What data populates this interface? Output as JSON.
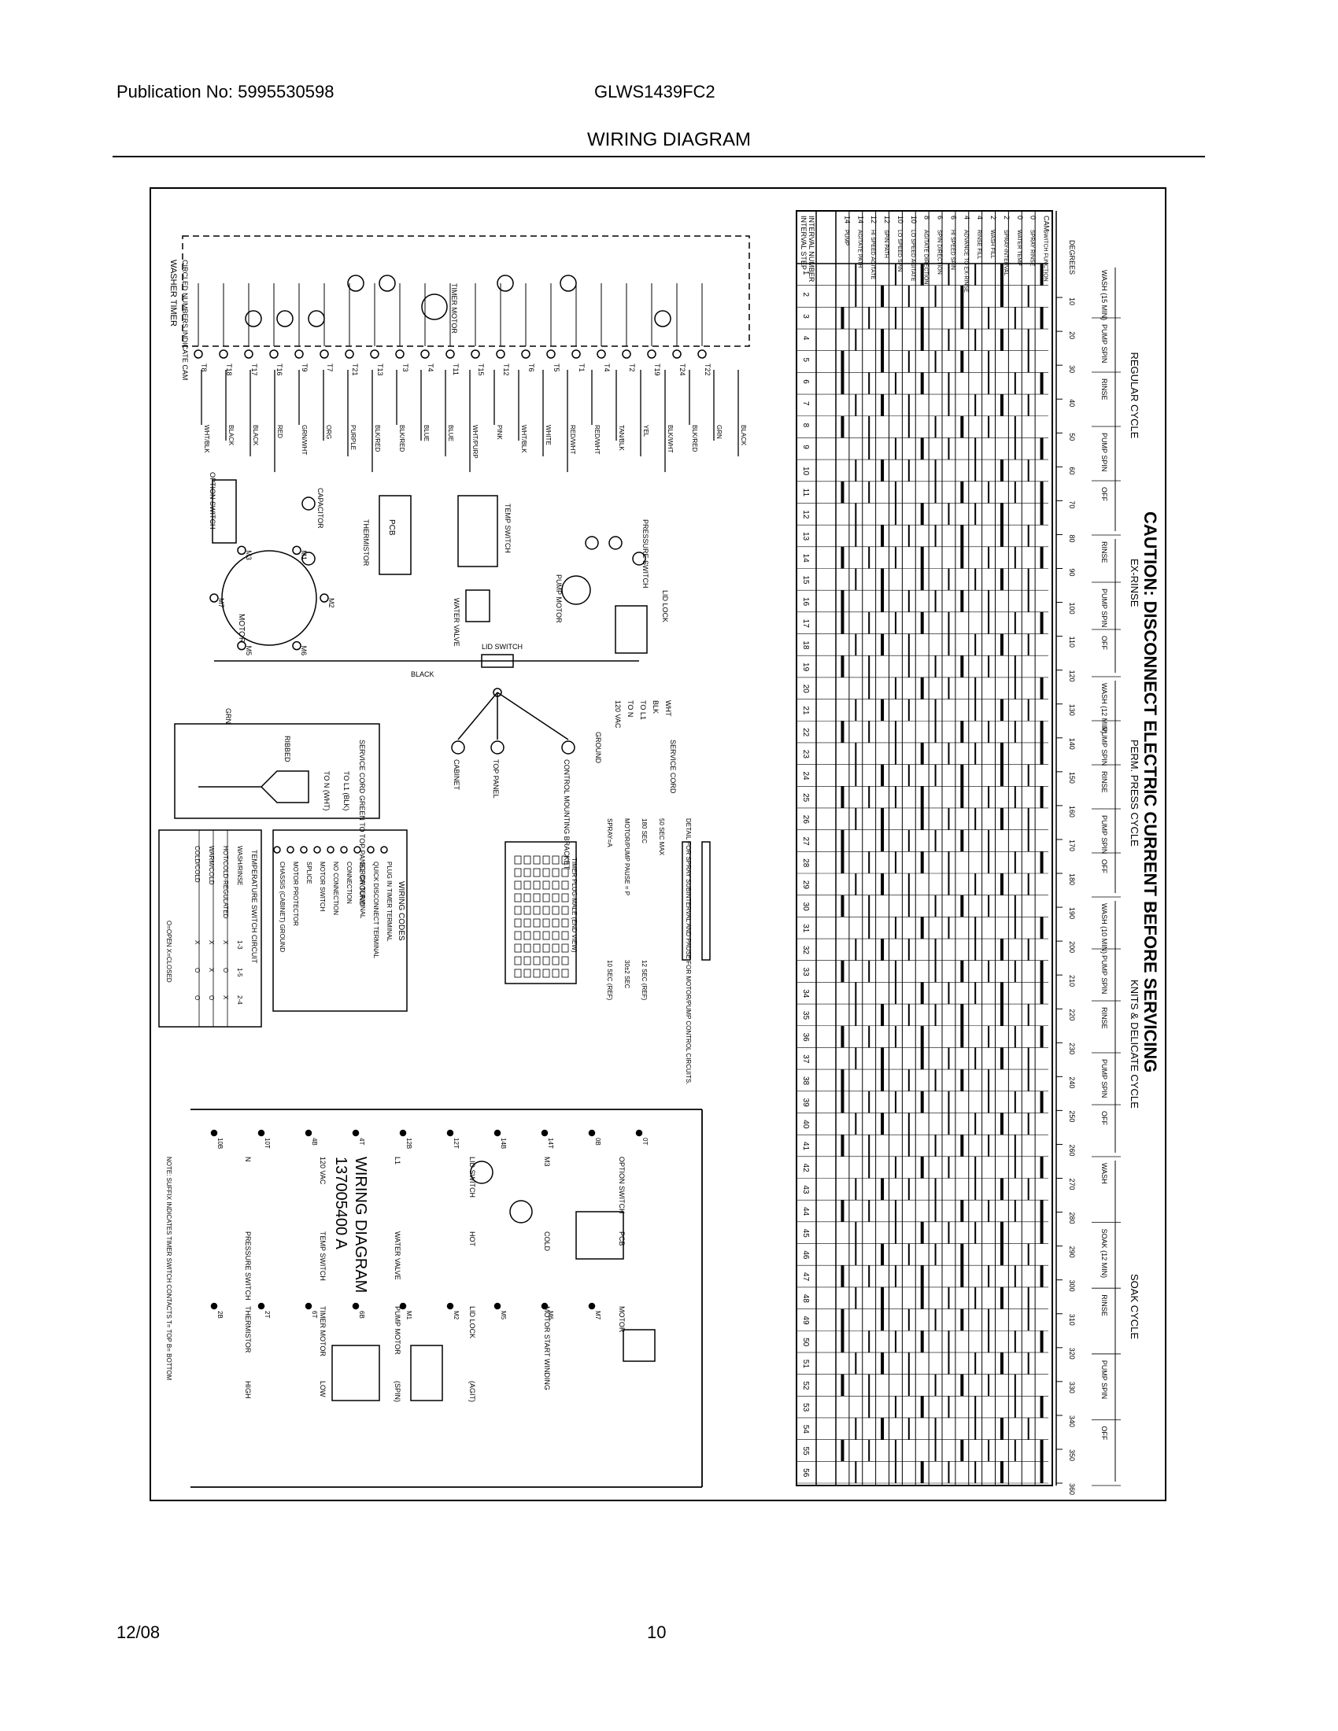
{
  "header": {
    "publication": "Publication No: 5995530598",
    "model": "GLWS1439FC2",
    "title": "WIRING DIAGRAM"
  },
  "footer": {
    "date": "12/08",
    "page": "10"
  },
  "diagram": {
    "caution": "CAUTION: DISCONNECT ELECTRIC CURRENT BEFORE SERVICING",
    "footer_title": "WIRING DIAGRAM",
    "part_number": "137005400 A",
    "timer_legend": "CIRCLED NUMBERS INDICATE CAM",
    "washer_timer": "WASHER TIMER",
    "timer_motor": "TIMER MOTOR",
    "terminals": [
      "T8",
      "T18",
      "T17",
      "T16",
      "T9",
      "T7",
      "T21",
      "T13",
      "T3",
      "T4",
      "T11",
      "T15",
      "T12",
      "T6",
      "T5",
      "T1",
      "T4",
      "T2",
      "T19",
      "T24",
      "T22"
    ],
    "wire_colors": [
      "WHT/BLK",
      "BLACK",
      "BLACK",
      "RED",
      "GRN/WHT",
      "ORG",
      "PURPLE",
      "BLK/RED",
      "BLK/RED",
      "BLUE",
      "BLUE",
      "WHT/PURP",
      "PINK",
      "WHT/BLK",
      "WHITE",
      "RED/WHT",
      "RED/WHT",
      "TAN/BLK",
      "YEL",
      "BLK/WHT",
      "BLK/RED",
      "GRN",
      "BLACK"
    ],
    "components": [
      "OPTION SWITCH",
      "CAPACITOR",
      "MOTOR",
      "PCB",
      "THERMISTOR",
      "TEMP SWITCH",
      "WATER VALVE",
      "PUMP MOTOR",
      "PRESSURE SWITCH",
      "LID LOCK",
      "LID SWITCH",
      "SERVICE CORD",
      "CABINET",
      "TOP PANEL",
      "CONTROL MOUNTING BRACKET",
      "GROUND"
    ],
    "cord_labels": [
      "120 VAC",
      "TO N",
      "TO L1",
      "BLK",
      "WHT"
    ],
    "service_cord_note": "SERVICE CORD GREEN TO TOP PANEL GROUND",
    "ribbed": "RIBBED",
    "plug_labels": [
      "TO N (WHT)",
      "TO L1 (BLK)"
    ],
    "wiring_codes": {
      "title": "WIRING CODES",
      "items": [
        "PLUG IN TIMER TERMINAL",
        "QUICK DISCONNECT TERMINAL",
        "SCREW TERMINAL",
        "CONNECTION",
        "NO CONNECTION",
        "MOTOR SWITCH",
        "SPLICE",
        "MOTOR PROTECTOR",
        "CHASSIS (CABINET) GROUND"
      ]
    },
    "temp_switch_table": {
      "title": "TEMPERATURE SWITCH CIRCUIT",
      "headers": [
        "WASH/RINSE",
        "1-3",
        "1-5",
        "2-4"
      ],
      "rows": [
        [
          "HOT/COLD-REGULATED",
          "X",
          "O",
          "X"
        ],
        [
          "WARM/COLD",
          "X",
          "X",
          "O"
        ],
        [
          "COLD/COLD",
          "X",
          "O",
          "O"
        ]
      ],
      "legend": "O=OPEN  X=CLOSED"
    },
    "spray_detail": {
      "labels": [
        "SPRAY=A",
        "MOTOR/PUMP PAUSE = P",
        "180 SEC",
        "50 SEC MAX",
        "10 SEC (REF)",
        "30±2 SEC",
        "12 SEC (REF)"
      ],
      "note": "DETAIL FOR SPRAY SUBINTERVAL AND PAUSE FOR MOTOR/PUMP CONTROL CIRCUITS.",
      "plug": "TIMER PLUG-MALE (END VIEW)"
    },
    "schematic": {
      "labels": [
        "N",
        "120 VAC",
        "L1",
        "LID SWITCH",
        "M3",
        "OPTION SWITCH",
        "PRESSURE SWITCH",
        "TEMP SWITCH",
        "WATER VALVE",
        "HOT",
        "COLD",
        "PCB",
        "THERMISTOR",
        "TIMER MOTOR",
        "PUMP MOTOR",
        "LID LOCK",
        "MOTOR START WINDING",
        "MOTOR",
        "HIGH",
        "LOW",
        "(SPIN)",
        "(AGIT)"
      ],
      "contacts": [
        "10B",
        "10T",
        "4B",
        "4T",
        "12B",
        "12T",
        "14B",
        "14T",
        "0B",
        "0T",
        "2B",
        "2T",
        "6T",
        "6B",
        "M1",
        "M2",
        "M5",
        "M6",
        "M7"
      ],
      "note": "NOTE: SUFFIX INDICATES TIMER SWITCH CONTACTS T= TOP B= BOTTOM"
    },
    "cam_chart": {
      "interval_label": "INTERVAL NUMBER",
      "step_label": "INTERVAL STEP",
      "intervals": [
        "1",
        "2",
        "3",
        "4",
        "5",
        "6",
        "7",
        "8",
        "9",
        "10",
        "11",
        "12",
        "13",
        "14",
        "15",
        "16",
        "17",
        "18",
        "19",
        "20",
        "21",
        "22",
        "23",
        "24",
        "25",
        "26",
        "27",
        "28",
        "29",
        "30",
        "31",
        "32",
        "33",
        "34",
        "35",
        "36",
        "37",
        "38",
        "39",
        "40",
        "41",
        "42",
        "43",
        "44",
        "45",
        "46",
        "47",
        "48",
        "49",
        "50",
        "51",
        "52",
        "53",
        "54",
        "55",
        "56"
      ],
      "degrees": [
        "DEGREES",
        "10",
        "20",
        "30",
        "40",
        "50",
        "60",
        "70",
        "80",
        "90",
        "100",
        "110",
        "120",
        "130",
        "140",
        "150",
        "160",
        "170",
        "180",
        "190",
        "200",
        "210",
        "220",
        "230",
        "240",
        "250",
        "260",
        "270",
        "280",
        "290",
        "300",
        "310",
        "320",
        "330",
        "340",
        "350",
        "360"
      ],
      "cams": [
        {
          "cam": "CAM",
          "function": "SWITCH FUNCTION"
        },
        {
          "cam": "0",
          "function": "SPRAY RINSE"
        },
        {
          "cam": "0",
          "function": "WATER TEMP"
        },
        {
          "cam": "2",
          "function": "SPRAY-INTERVAL"
        },
        {
          "cam": "2",
          "function": "WASH FILL"
        },
        {
          "cam": "4",
          "function": "RINSE FILL"
        },
        {
          "cam": "4",
          "function": "ADVANCE TO EX-RINSE"
        },
        {
          "cam": "6",
          "function": "HI SPEED SPIN"
        },
        {
          "cam": "6",
          "function": "SPIN DIRECTION"
        },
        {
          "cam": "8",
          "function": "AGITATE DIRECTION"
        },
        {
          "cam": "10",
          "function": "LO SPEED AGITATE"
        },
        {
          "cam": "10",
          "function": "LO SPEED SPIN"
        },
        {
          "cam": "12",
          "function": "SPIN PATH"
        },
        {
          "cam": "12",
          "function": "HI SPEED AGITATE"
        },
        {
          "cam": "14",
          "function": "AGITATE PATH"
        },
        {
          "cam": "14",
          "function": "PUMP"
        }
      ],
      "cycles": [
        {
          "name": "REGULAR CYCLE",
          "phases": [
            "WASH (15 MIN)",
            "PUMP SPIN",
            "RINSE",
            "PUMP SPIN",
            "OFF"
          ]
        },
        {
          "name": "EX-RINSE",
          "phases": [
            "RINSE",
            "PUMP SPIN",
            "OFF"
          ]
        },
        {
          "name": "PERM. PRESS CYCLE",
          "phases": [
            "WASH (12 MIN)",
            "PUMP SPIN",
            "RINSE",
            "PUMP SPIN",
            "OFF"
          ]
        },
        {
          "name": "KNITS & DELICATE CYCLE",
          "phases": [
            "WASH (10 MIN)",
            "PUMP SPIN",
            "RINSE",
            "PUMP SPIN",
            "OFF"
          ]
        },
        {
          "name": "SOAK CYCLE",
          "phases": [
            "WASH",
            "SOAK (12 MIN)",
            "RINSE",
            "PUMP SPIN",
            "OFF"
          ]
        }
      ]
    }
  }
}
